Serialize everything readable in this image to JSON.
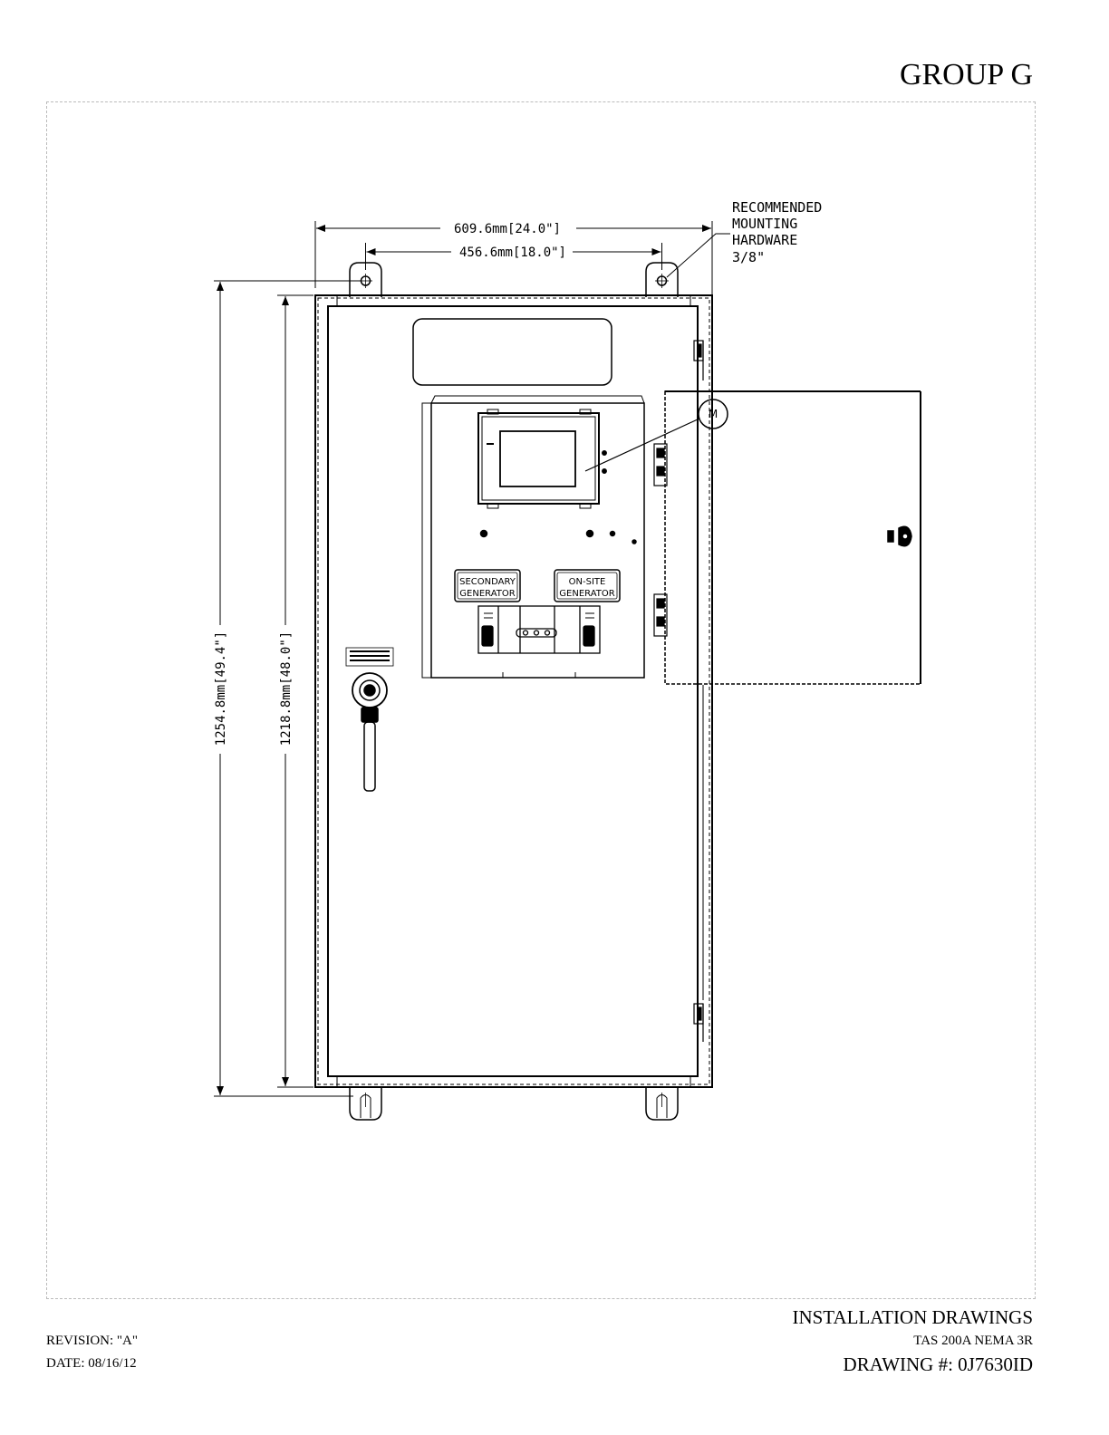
{
  "header": {
    "group": "GROUP G"
  },
  "drawing": {
    "dim_width_overall": "609.6mm[24.0\"]",
    "dim_width_mounting": "456.6mm[18.0\"]",
    "dim_height_overall": "1254.8mm[49.4\"]",
    "dim_height_enclosure": "1218.8mm[48.0\"]",
    "mounting_note": [
      "RECOMMENDED",
      "MOUNTING",
      "HARDWARE",
      "3/8\""
    ],
    "callout": "M",
    "label_secondary": [
      "SECONDARY",
      "GENERATOR"
    ],
    "label_onsite": [
      "ON-SITE",
      "GENERATOR"
    ]
  },
  "title_block": {
    "title": "INSTALLATION DRAWINGS",
    "model": "TAS 200A NEMA 3R",
    "drawing_number": "DRAWING #: 0J7630ID",
    "revision": "REVISION: \"A\"",
    "date": "DATE: 08/16/12"
  }
}
